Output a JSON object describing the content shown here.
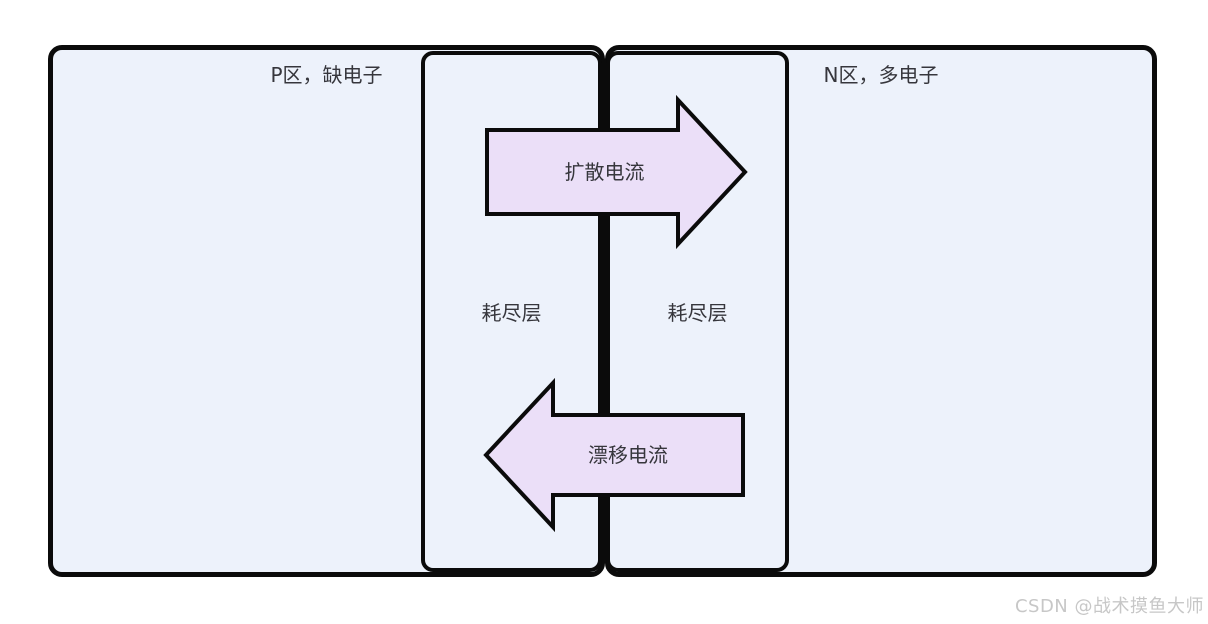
{
  "diagram": {
    "type": "pn-junction",
    "p_region_label": "P区，缺电子",
    "n_region_label": "N区，多电子",
    "depletion_left_label": "耗尽层",
    "depletion_right_label": "耗尽层",
    "diffusion_arrow": {
      "label": "扩散电流",
      "direction": "right"
    },
    "drift_arrow": {
      "label": "漂移电流",
      "direction": "left"
    }
  },
  "watermark": {
    "text": "CSDN @战术摸鱼大师"
  },
  "colors": {
    "background": "#ffffff",
    "region_fill": "#edf2fb",
    "arrow_fill": "#ebdff8",
    "border": "#0b0b0b",
    "text": "#36363c",
    "watermark": "#c7c7c7"
  }
}
